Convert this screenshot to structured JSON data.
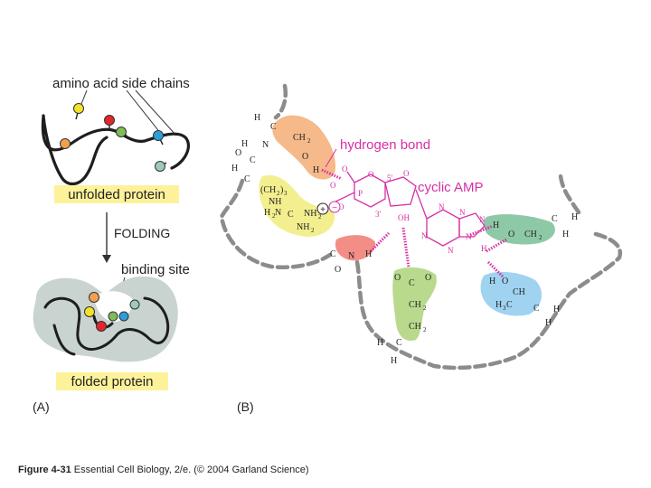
{
  "panel_a": {
    "label": "(A)",
    "side_chains_label": "amino acid side chains",
    "unfolded_label": "unfolded protein",
    "folding_label": "FOLDING",
    "binding_site_label": "binding site",
    "folded_label": "folded protein"
  },
  "panel_b": {
    "label": "(B)",
    "hydrogen_bond_label": "hydrogen bond",
    "cyclic_amp_label": "cyclic AMP"
  },
  "caption": {
    "figure": "Figure 4-31",
    "text": "Essential Cell Biology, 2/e. (© 2004 Garland Science)"
  },
  "colors": {
    "highlight_yellow": "#fdf29a",
    "fold_gray": "#c9d3cf",
    "orange": "#f6b98a",
    "yellow_blob": "#f3ef8e",
    "red_blob": "#f28e86",
    "green_blob": "#b9d98d",
    "teal_blob": "#8ec9a7",
    "blue_blob": "#9fd3f0",
    "magenta": "#d62fa5"
  }
}
